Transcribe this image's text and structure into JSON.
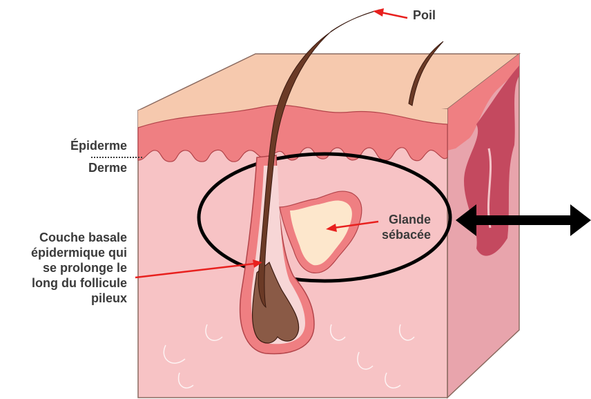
{
  "labels": {
    "poil": "Poil",
    "epiderme": "Épiderme",
    "derme": "Derme",
    "couche_basale": [
      "Couche basale",
      "épidermique qui",
      "se prolonge le",
      "long du follicule",
      "pileux"
    ],
    "glande": [
      "Glande",
      "sébacée"
    ]
  },
  "colors": {
    "epidermis_top": "#f6c9ae",
    "epidermis": "#ef7f82",
    "dermis": "#f7c3c5",
    "side_face": "#e58f99",
    "deep_side": "#c4495f",
    "hair": "#6b3a26",
    "gland": "#fde7cc",
    "arrow": "#e8201e",
    "annotation": "#000000"
  }
}
